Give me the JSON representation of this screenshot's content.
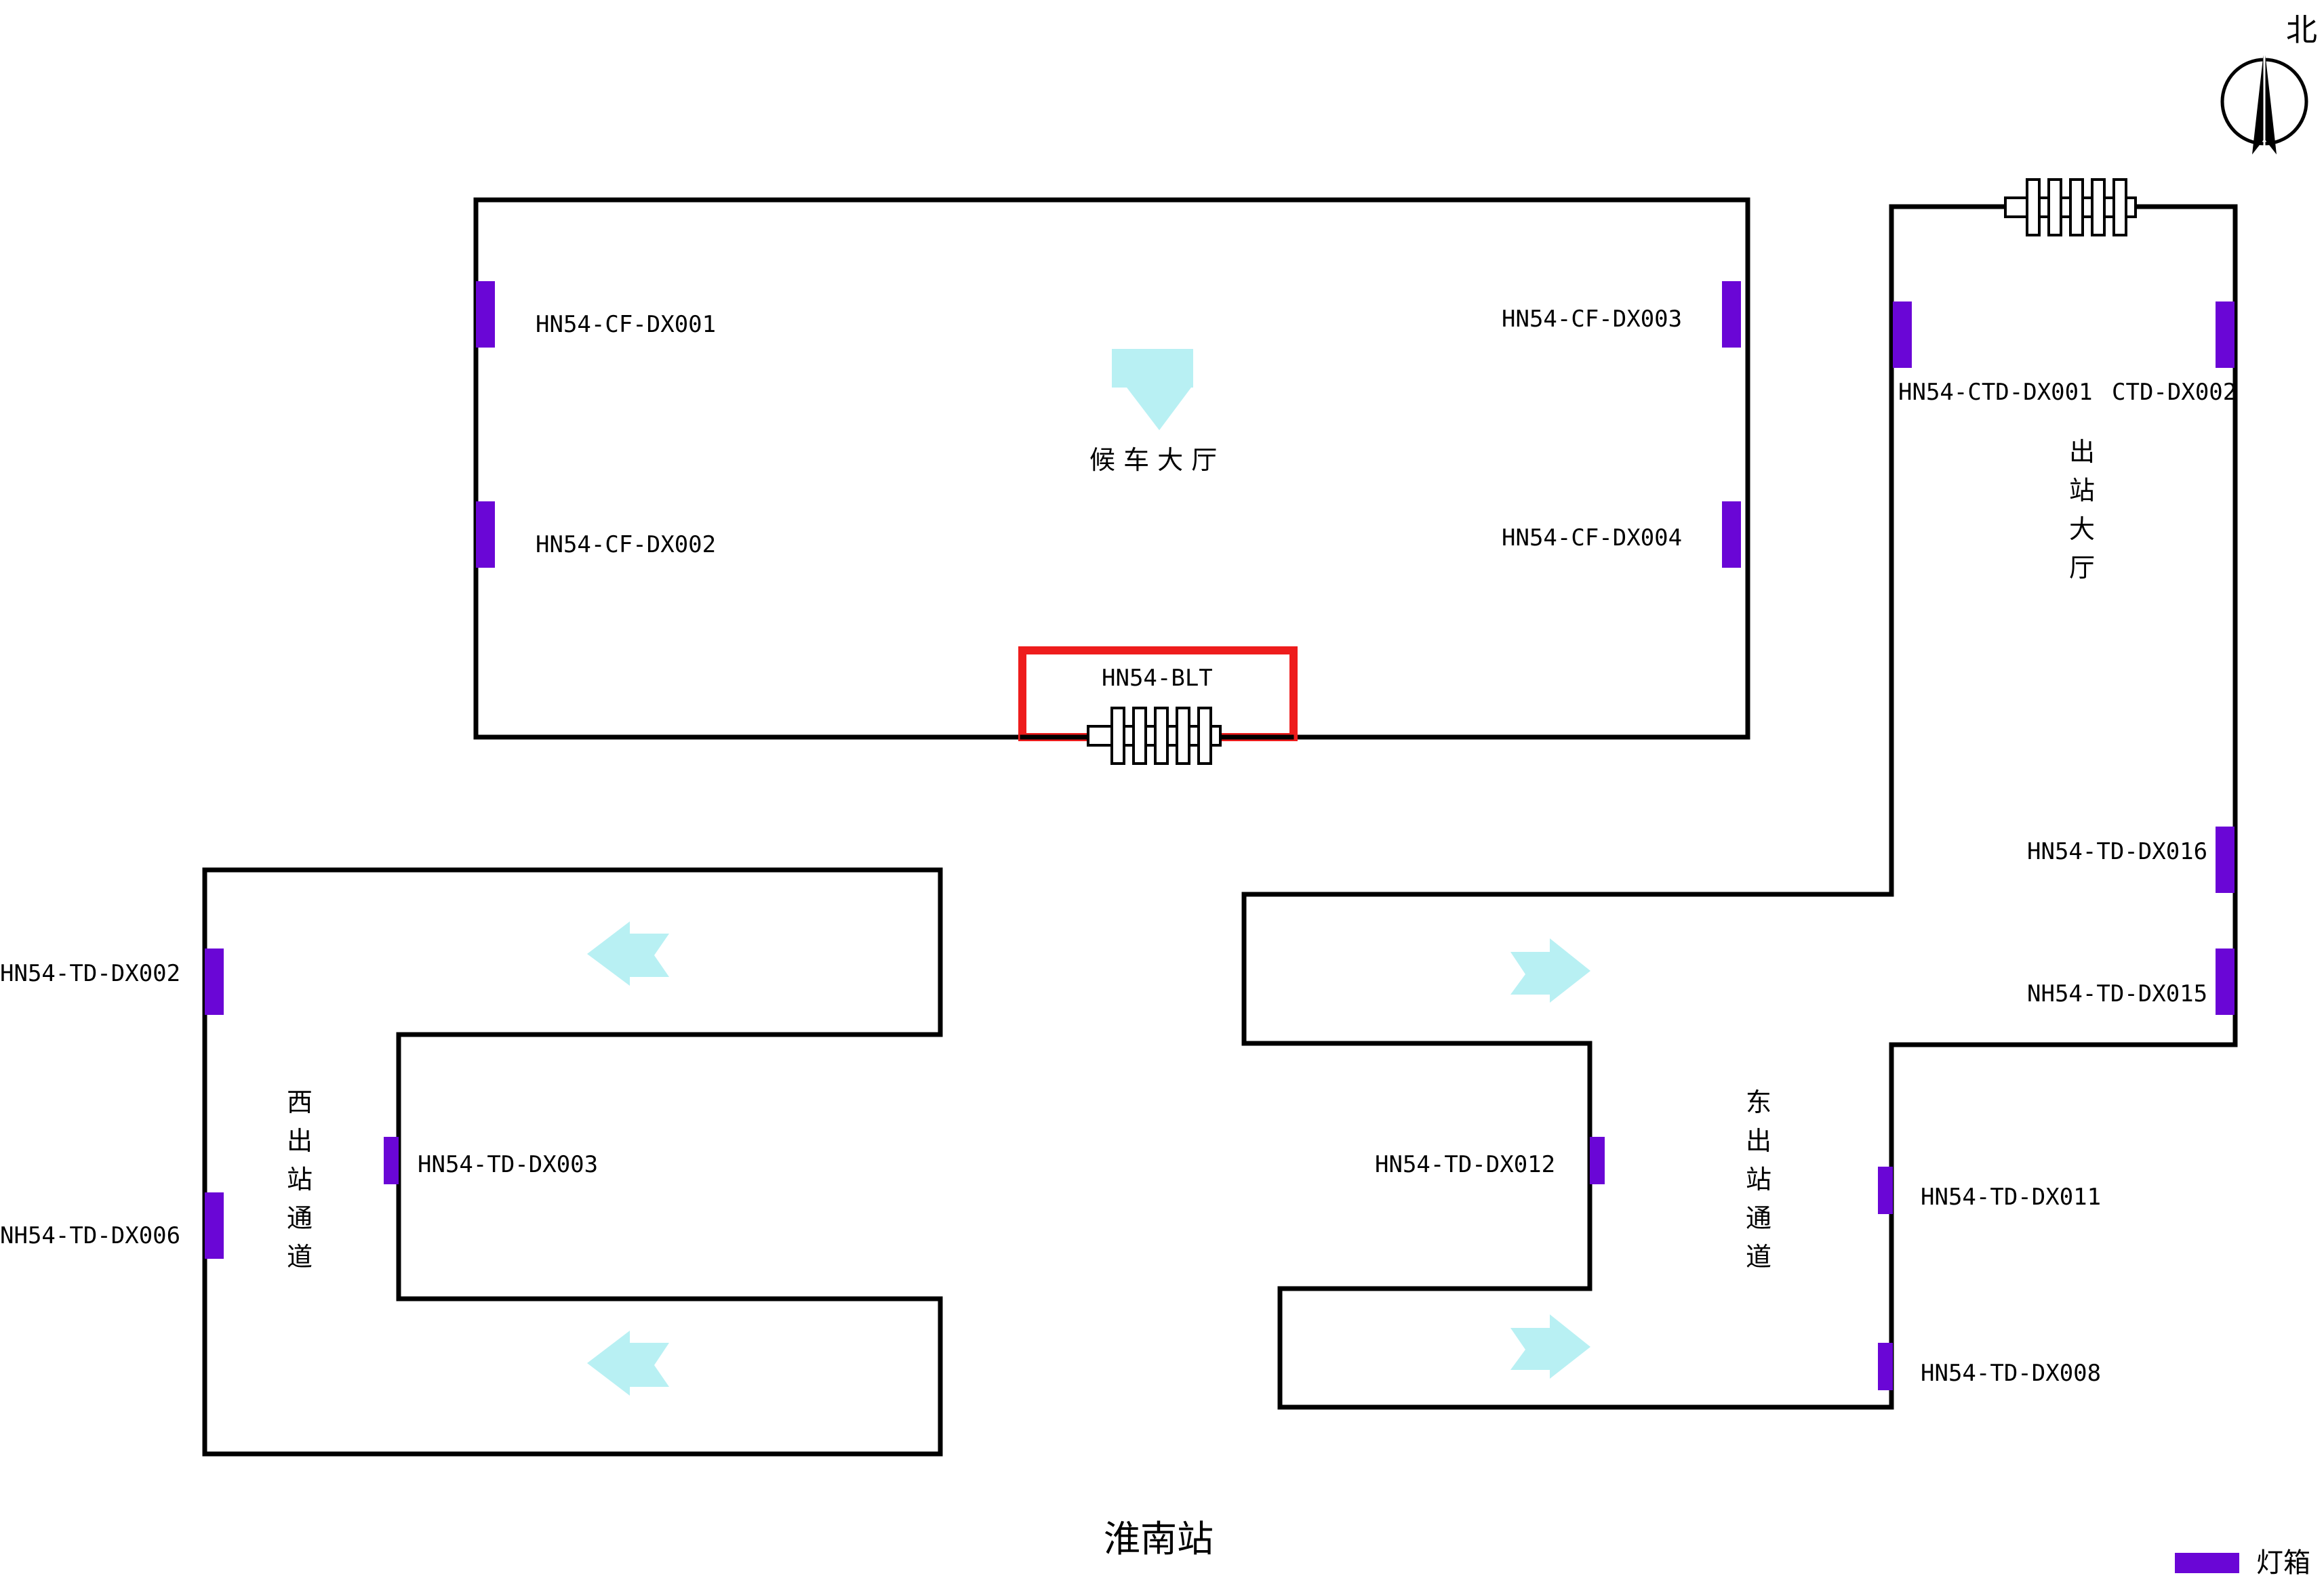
{
  "title": "淮南站",
  "north_label": "北",
  "legend": {
    "label": "灯箱",
    "color": "#6a06d6"
  },
  "colors": {
    "wall": "#000000",
    "light_box": "#6a06d6",
    "flow_arrow": "#b8f0f3",
    "highlight": "#ee1c1c"
  },
  "zones": {
    "waiting_hall": "候 车 大 厅",
    "exit_hall": [
      "出",
      "站",
      "大",
      "厅"
    ],
    "west_exit": [
      "西",
      "出",
      "站",
      "通",
      "道"
    ],
    "east_exit": [
      "东",
      "出",
      "站",
      "通",
      "道"
    ]
  },
  "labels": {
    "cf1": "HN54-CF-DX001",
    "cf2": "HN54-CF-DX002",
    "cf3": "HN54-CF-DX003",
    "cf4": "HN54-CF-DX004",
    "blt": "HN54-BLT",
    "ctd1": "HN54-CTD-DX001",
    "ctd2": "CTD-DX002",
    "td16": "HN54-TD-DX016",
    "td15": "NH54-TD-DX015",
    "td2": "HN54-TD-DX002",
    "td6": "NH54-TD-DX006",
    "td3": "HN54-TD-DX003",
    "td12": "HN54-TD-DX012",
    "td11": "HN54-TD-DX011",
    "td8": "HN54-TD-DX008"
  }
}
